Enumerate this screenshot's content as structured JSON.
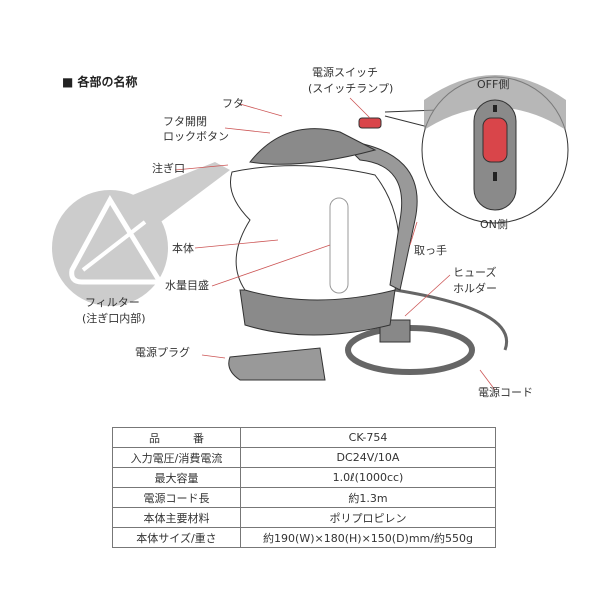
{
  "title": "■ 各部の名称",
  "labels": {
    "power_switch": "電源スイッチ",
    "switch_lamp": "(スイッチランプ)",
    "lid": "フタ",
    "lid_lock_1": "フタ開閉",
    "lid_lock_2": "ロックボタン",
    "spout": "注ぎ口",
    "body": "本体",
    "water_gauge": "水量目盛",
    "filter": "フィルター",
    "filter_note": "(注ぎ口内部)",
    "handle": "取っ手",
    "fuse_1": "ヒューズ",
    "fuse_2": "ホルダー",
    "plug": "電源プラグ",
    "cord": "電源コード",
    "off_side": "OFF側",
    "on_side": "ON側"
  },
  "colors": {
    "switch_red": "#d9454a",
    "body_gray": "#8a8a8a"
  },
  "specs": [
    {
      "k": "品　　　番",
      "v": "CK-754"
    },
    {
      "k": "入力電圧/消費電流",
      "v": "DC24V/10A"
    },
    {
      "k": "最大容量",
      "v": "1.0ℓ(1000cc)"
    },
    {
      "k": "電源コード長",
      "v": "約1.3m"
    },
    {
      "k": "本体主要材料",
      "v": "ポリプロピレン"
    },
    {
      "k": "本体サイズ/重さ",
      "v": "約190(W)×180(H)×150(D)mm/約550g"
    }
  ]
}
